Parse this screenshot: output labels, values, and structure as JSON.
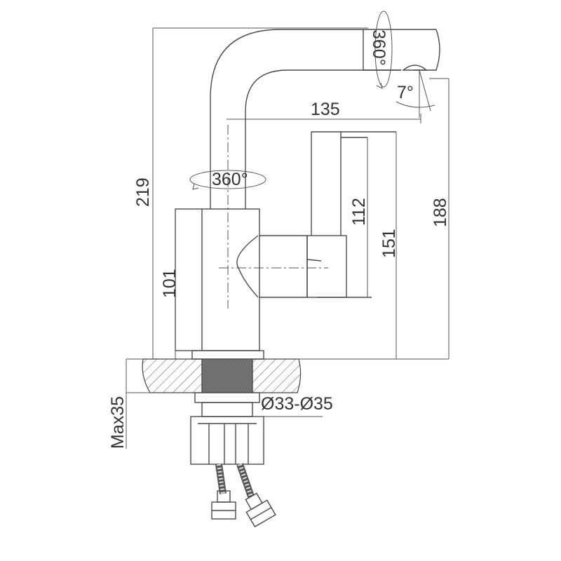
{
  "dimensions": {
    "total_height": "219",
    "spout_rotation_top": "360°",
    "tilt_angle": "7°",
    "reach": "135",
    "body_rotation": "360°",
    "handle_height": "112",
    "handle_top_height": "151",
    "outlet_height": "188",
    "body_height": "101",
    "mount_max_thickness": "Max35",
    "hole_diameter": "Ø33-Ø35"
  },
  "colors": {
    "line": "#4a4a4a",
    "fill_dark": "#7a7a7a"
  }
}
